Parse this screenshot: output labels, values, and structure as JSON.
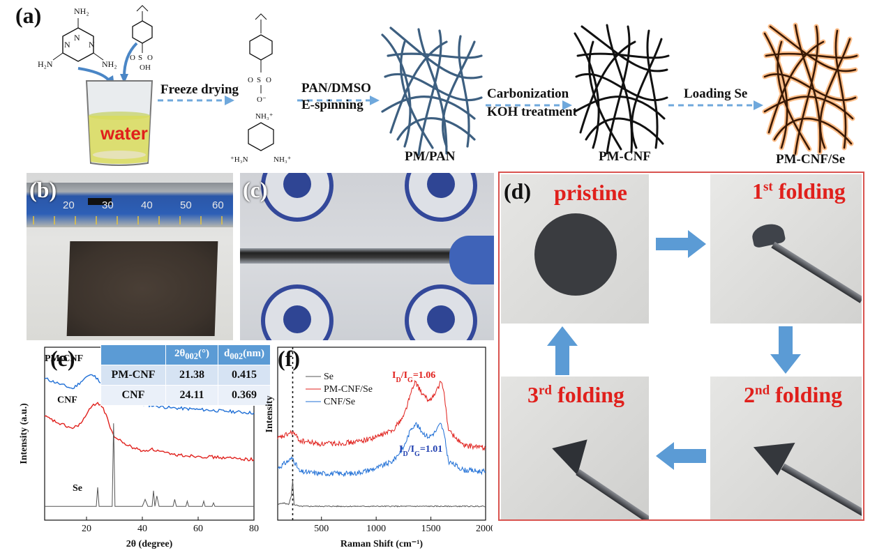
{
  "panel_a": {
    "label": "(a)",
    "steps": {
      "freeze_drying": "Freeze drying",
      "spinning_line1": "PAN/DMSO",
      "spinning_line2": "E-spinning",
      "carbonization_line1": "Carbonization",
      "carbonization_line2": "KOH treatment",
      "loading": "Loading Se"
    },
    "beaker_label": "water",
    "products": {
      "pm_pan": "PM/PAN",
      "pm_cnf": "PM-CNF",
      "pm_cnf_se": "PM-CNF/Se"
    },
    "colors": {
      "pan_fiber": "#3d5f80",
      "cnf_fiber": "#111111",
      "se_fiber": "#3a1a06",
      "se_glow": "#ff8a2a",
      "arrow": "#6fa8dc",
      "water_text": "#e0201c"
    }
  },
  "panel_b": {
    "label": "(b)",
    "ruler_numbers": [
      "20",
      "30",
      "40",
      "50",
      "60"
    ]
  },
  "panel_c": {
    "label": "(c)"
  },
  "panel_d": {
    "label": "(d)",
    "pristine": "pristine",
    "first": {
      "num": "1",
      "sup": "st",
      "word": "folding"
    },
    "second": {
      "num": "2",
      "sup": "nd",
      "word": "folding"
    },
    "third": {
      "num": "3",
      "sup": "rd",
      "word": "folding"
    },
    "colors": {
      "text": "#e0201c",
      "border": "#d9534f",
      "arrow": "#5b9bd5"
    }
  },
  "panel_e": {
    "label": "(e)",
    "table": {
      "headers": [
        "",
        "2θ002(°)",
        "d002(nm)"
      ],
      "rows": [
        [
          "PM-CNF",
          "21.38",
          "0.415"
        ],
        [
          "CNF",
          "24.11",
          "0.369"
        ]
      ]
    }
  },
  "panel_f": {
    "label": "(f)"
  },
  "chart_data": [
    {
      "type": "line",
      "panel": "(e)",
      "xlabel": "2θ (degree)",
      "ylabel": "Intensity (a.u.)",
      "xlim": [
        5,
        80
      ],
      "xticks": [
        "20",
        "40",
        "60",
        "80"
      ],
      "series": [
        {
          "name": "PM-CNF",
          "color": "#1f6fd6",
          "x": [
            5,
            10,
            15,
            18,
            20,
            22,
            24,
            26,
            28,
            30,
            35,
            40,
            45,
            50,
            60,
            70,
            80
          ],
          "y": [
            0.82,
            0.79,
            0.76,
            0.8,
            0.83,
            0.84,
            0.82,
            0.77,
            0.72,
            0.7,
            0.68,
            0.67,
            0.66,
            0.65,
            0.64,
            0.63,
            0.62
          ]
        },
        {
          "name": "CNF",
          "color": "#e0201c",
          "x": [
            5,
            10,
            15,
            18,
            20,
            22,
            24,
            26,
            28,
            30,
            35,
            40,
            43,
            46,
            50,
            60,
            70,
            80
          ],
          "y": [
            0.6,
            0.56,
            0.53,
            0.56,
            0.61,
            0.66,
            0.68,
            0.65,
            0.56,
            0.48,
            0.43,
            0.4,
            0.41,
            0.4,
            0.38,
            0.37,
            0.36,
            0.35
          ]
        },
        {
          "name": "Se",
          "color": "#555555",
          "x": [
            5,
            20,
            23.5,
            24,
            24.5,
            29.2,
            29.7,
            30.2,
            40,
            41,
            42,
            43.5,
            44,
            44.5,
            45.2,
            46,
            51,
            51.6,
            52.2,
            55.6,
            56.1,
            56.6,
            61.5,
            62,
            62.5,
            65,
            65.5,
            66,
            80
          ],
          "y": [
            0.08,
            0.08,
            0.08,
            0.19,
            0.08,
            0.08,
            0.56,
            0.08,
            0.08,
            0.12,
            0.08,
            0.08,
            0.17,
            0.08,
            0.14,
            0.08,
            0.08,
            0.12,
            0.08,
            0.08,
            0.11,
            0.08,
            0.08,
            0.11,
            0.08,
            0.08,
            0.1,
            0.08,
            0.08
          ]
        }
      ],
      "annotations": [
        "PM-CNF",
        "CNF",
        "Se"
      ]
    },
    {
      "type": "line",
      "panel": "(f)",
      "xlabel": "Raman Shift (cm⁻¹)",
      "ylabel": "Intensity",
      "xlim": [
        100,
        2000
      ],
      "xticks": [
        "500",
        "1000",
        "1500",
        "2000"
      ],
      "vline_x": 237,
      "legend": [
        "Se",
        "PM-CNF/Se",
        "CNF/Se"
      ],
      "legend_position": "top-left",
      "series": [
        {
          "name": "Se",
          "color": "#555555",
          "x": [
            100,
            150,
            200,
            225,
            237,
            250,
            300,
            500,
            1000,
            1500,
            2000
          ],
          "y": [
            0.09,
            0.1,
            0.09,
            0.14,
            0.23,
            0.09,
            0.08,
            0.08,
            0.08,
            0.08,
            0.08
          ]
        },
        {
          "name": "PM-CNF/Se",
          "color": "#e0201c",
          "x": [
            100,
            237,
            300,
            500,
            800,
            1000,
            1150,
            1250,
            1320,
            1360,
            1420,
            1480,
            1540,
            1590,
            1620,
            1660,
            1800,
            2000
          ],
          "y": [
            0.47,
            0.51,
            0.46,
            0.44,
            0.45,
            0.48,
            0.52,
            0.6,
            0.74,
            0.8,
            0.73,
            0.69,
            0.73,
            0.8,
            0.74,
            0.52,
            0.43,
            0.42
          ]
        },
        {
          "name": "CNF/Se",
          "color": "#1f6fd6",
          "x": [
            100,
            237,
            300,
            500,
            800,
            1000,
            1150,
            1250,
            1320,
            1360,
            1420,
            1480,
            1540,
            1590,
            1620,
            1660,
            1800,
            2000
          ],
          "y": [
            0.3,
            0.36,
            0.28,
            0.27,
            0.27,
            0.3,
            0.34,
            0.42,
            0.53,
            0.56,
            0.51,
            0.48,
            0.51,
            0.56,
            0.5,
            0.34,
            0.29,
            0.28
          ]
        }
      ],
      "annotations": [
        {
          "text_main": "I",
          "sub1": "D",
          "mid": "/I",
          "sub2": "G",
          "val": "=1.06",
          "color": "#e0201c"
        },
        {
          "text_main": "I",
          "sub1": "D",
          "mid": "/I",
          "sub2": "G",
          "val": "=1.01",
          "color": "#1f3fb0"
        }
      ]
    }
  ]
}
